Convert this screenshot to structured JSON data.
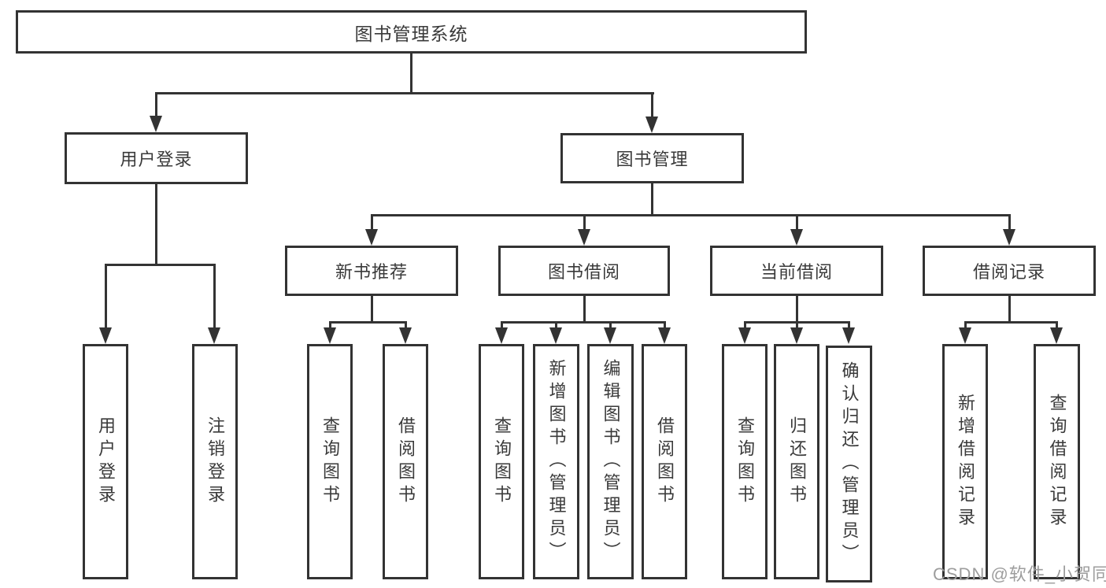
{
  "diagram": {
    "title": "图书管理系统",
    "branches": [
      {
        "label": "用户登录",
        "children": [
          {
            "label": "用户登录"
          },
          {
            "label": "注销登录"
          }
        ]
      },
      {
        "label": "图书管理",
        "children": [
          {
            "label": "新书推荐",
            "children": [
              {
                "label": "查询图书"
              },
              {
                "label": "借阅图书"
              }
            ]
          },
          {
            "label": "图书借阅",
            "children": [
              {
                "label": "查询图书"
              },
              {
                "label": "新增图书（管理员）"
              },
              {
                "label": "编辑图书（管理员）"
              },
              {
                "label": "借阅图书"
              }
            ]
          },
          {
            "label": "当前借阅",
            "children": [
              {
                "label": "查询图书"
              },
              {
                "label": "归还图书"
              },
              {
                "label": "确认归还（管理员）"
              }
            ]
          },
          {
            "label": "借阅记录",
            "children": [
              {
                "label": "新增借阅记录"
              },
              {
                "label": "查询借阅记录"
              }
            ]
          }
        ]
      }
    ]
  },
  "watermark": {
    "text": "CSDN @软件_小贺同学"
  },
  "colors": {
    "line": "#333333",
    "text": "#3a3a3a",
    "background": "#ffffff",
    "watermark": "#9d9d9d"
  }
}
